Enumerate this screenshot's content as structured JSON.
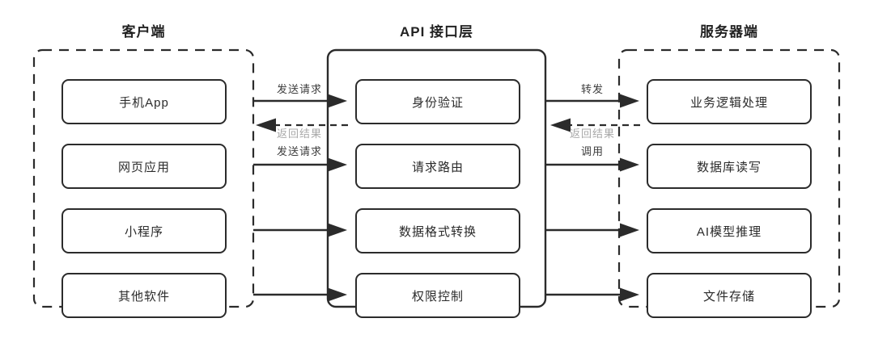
{
  "diagram": {
    "columns": [
      {
        "title": "客户端",
        "boxes": [
          "手机App",
          "网页应用",
          "小程序",
          "其他软件"
        ]
      },
      {
        "title": "API 接口层",
        "boxes": [
          "身份验证",
          "请求路由",
          "数据格式转换",
          "权限控制"
        ]
      },
      {
        "title": "服务器端",
        "boxes": [
          "业务逻辑处理",
          "数据库读写",
          "AI模型推理",
          "文件存储"
        ]
      }
    ],
    "arrows": {
      "left": {
        "send_request_1": "发送请求",
        "return_result": "返回结果",
        "send_request_2": "发送请求"
      },
      "right": {
        "forward": "转发",
        "return_result": "返回结果",
        "call": "调用"
      }
    },
    "colors": {
      "line": "#2b2b2b",
      "text": "#333333",
      "muted_label": "#a8a8a8",
      "background": "#ffffff"
    }
  }
}
